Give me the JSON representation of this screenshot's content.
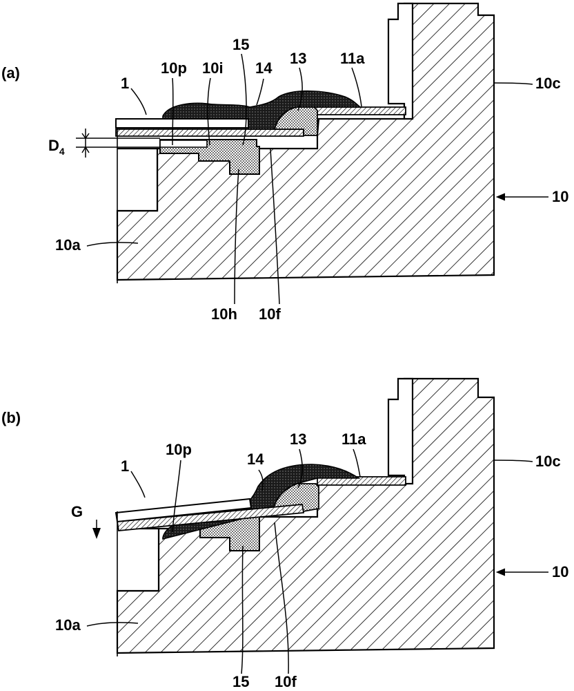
{
  "panels": [
    {
      "id": "a",
      "panel_label": "(a)",
      "labels": {
        "ten_p": "10p",
        "ten_i": "10i",
        "fifteen": "15",
        "fourteen": "14",
        "thirteen": "13",
        "eleven_a": "11a",
        "one": "1",
        "ten_c": "10c",
        "ten": "10",
        "d4_base": "D",
        "d4_sub": "4",
        "ten_a": "10a",
        "ten_h": "10h",
        "ten_f": "10f"
      }
    },
    {
      "id": "b",
      "panel_label": "(b)",
      "labels": {
        "ten_p": "10p",
        "fourteen": "14",
        "thirteen": "13",
        "eleven_a": "11a",
        "one": "1",
        "ten_c": "10c",
        "g": "G",
        "ten": "10",
        "ten_a": "10a",
        "fifteen": "15",
        "ten_f": "10f"
      }
    }
  ]
}
